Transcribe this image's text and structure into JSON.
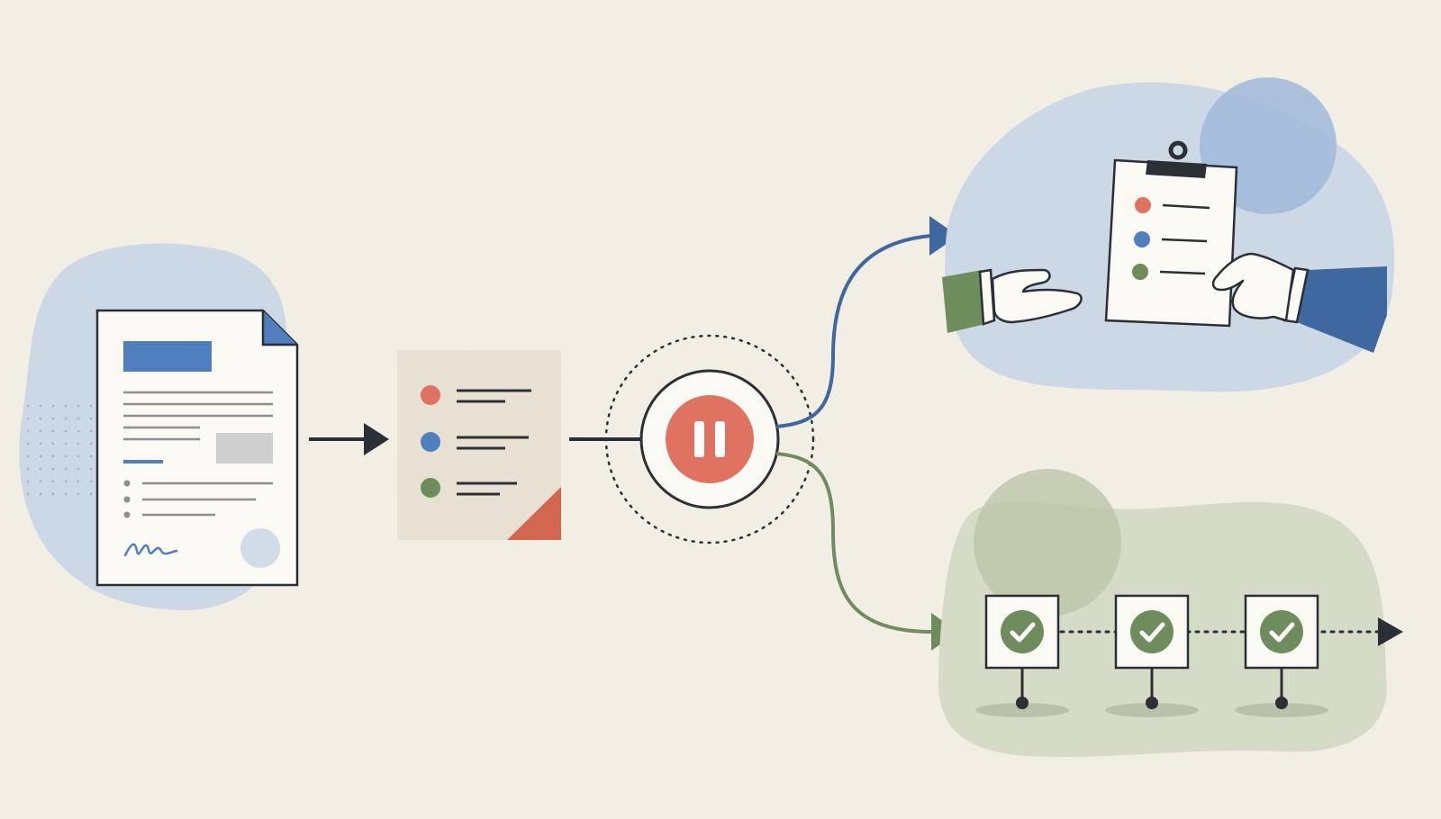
{
  "colors": {
    "background": "#f4f0e6",
    "ink": "#2b2f36",
    "blue": "#4f7fbf",
    "blue_dark": "#3f67a0",
    "blue_soft": "#cdd8e6",
    "green": "#6f8c5c",
    "green_soft": "#d6dbc8",
    "red": "#e07262",
    "red_dark": "#d3664f",
    "gray_line": "#8e8e8e",
    "paper": "#fbf9f3",
    "card": "#e8e1d3"
  },
  "icons": {
    "document": "contract-document-icon",
    "signature": "signature-icon",
    "seal": "seal-icon",
    "summary": "summary-card-icon",
    "pause": "pause-icon",
    "clipboard": "clipboard-icon",
    "handoff": "handoff-hands-icon",
    "check": "check-icon",
    "arrow": "arrow-right-icon"
  },
  "flow": {
    "steps": [
      "document",
      "summary",
      "pause",
      "review-handoff",
      "approval-sequence"
    ],
    "branches": [
      {
        "color": "blue",
        "target": "review-handoff"
      },
      {
        "color": "green",
        "target": "approval-sequence"
      }
    ],
    "checkpoints": 3
  }
}
